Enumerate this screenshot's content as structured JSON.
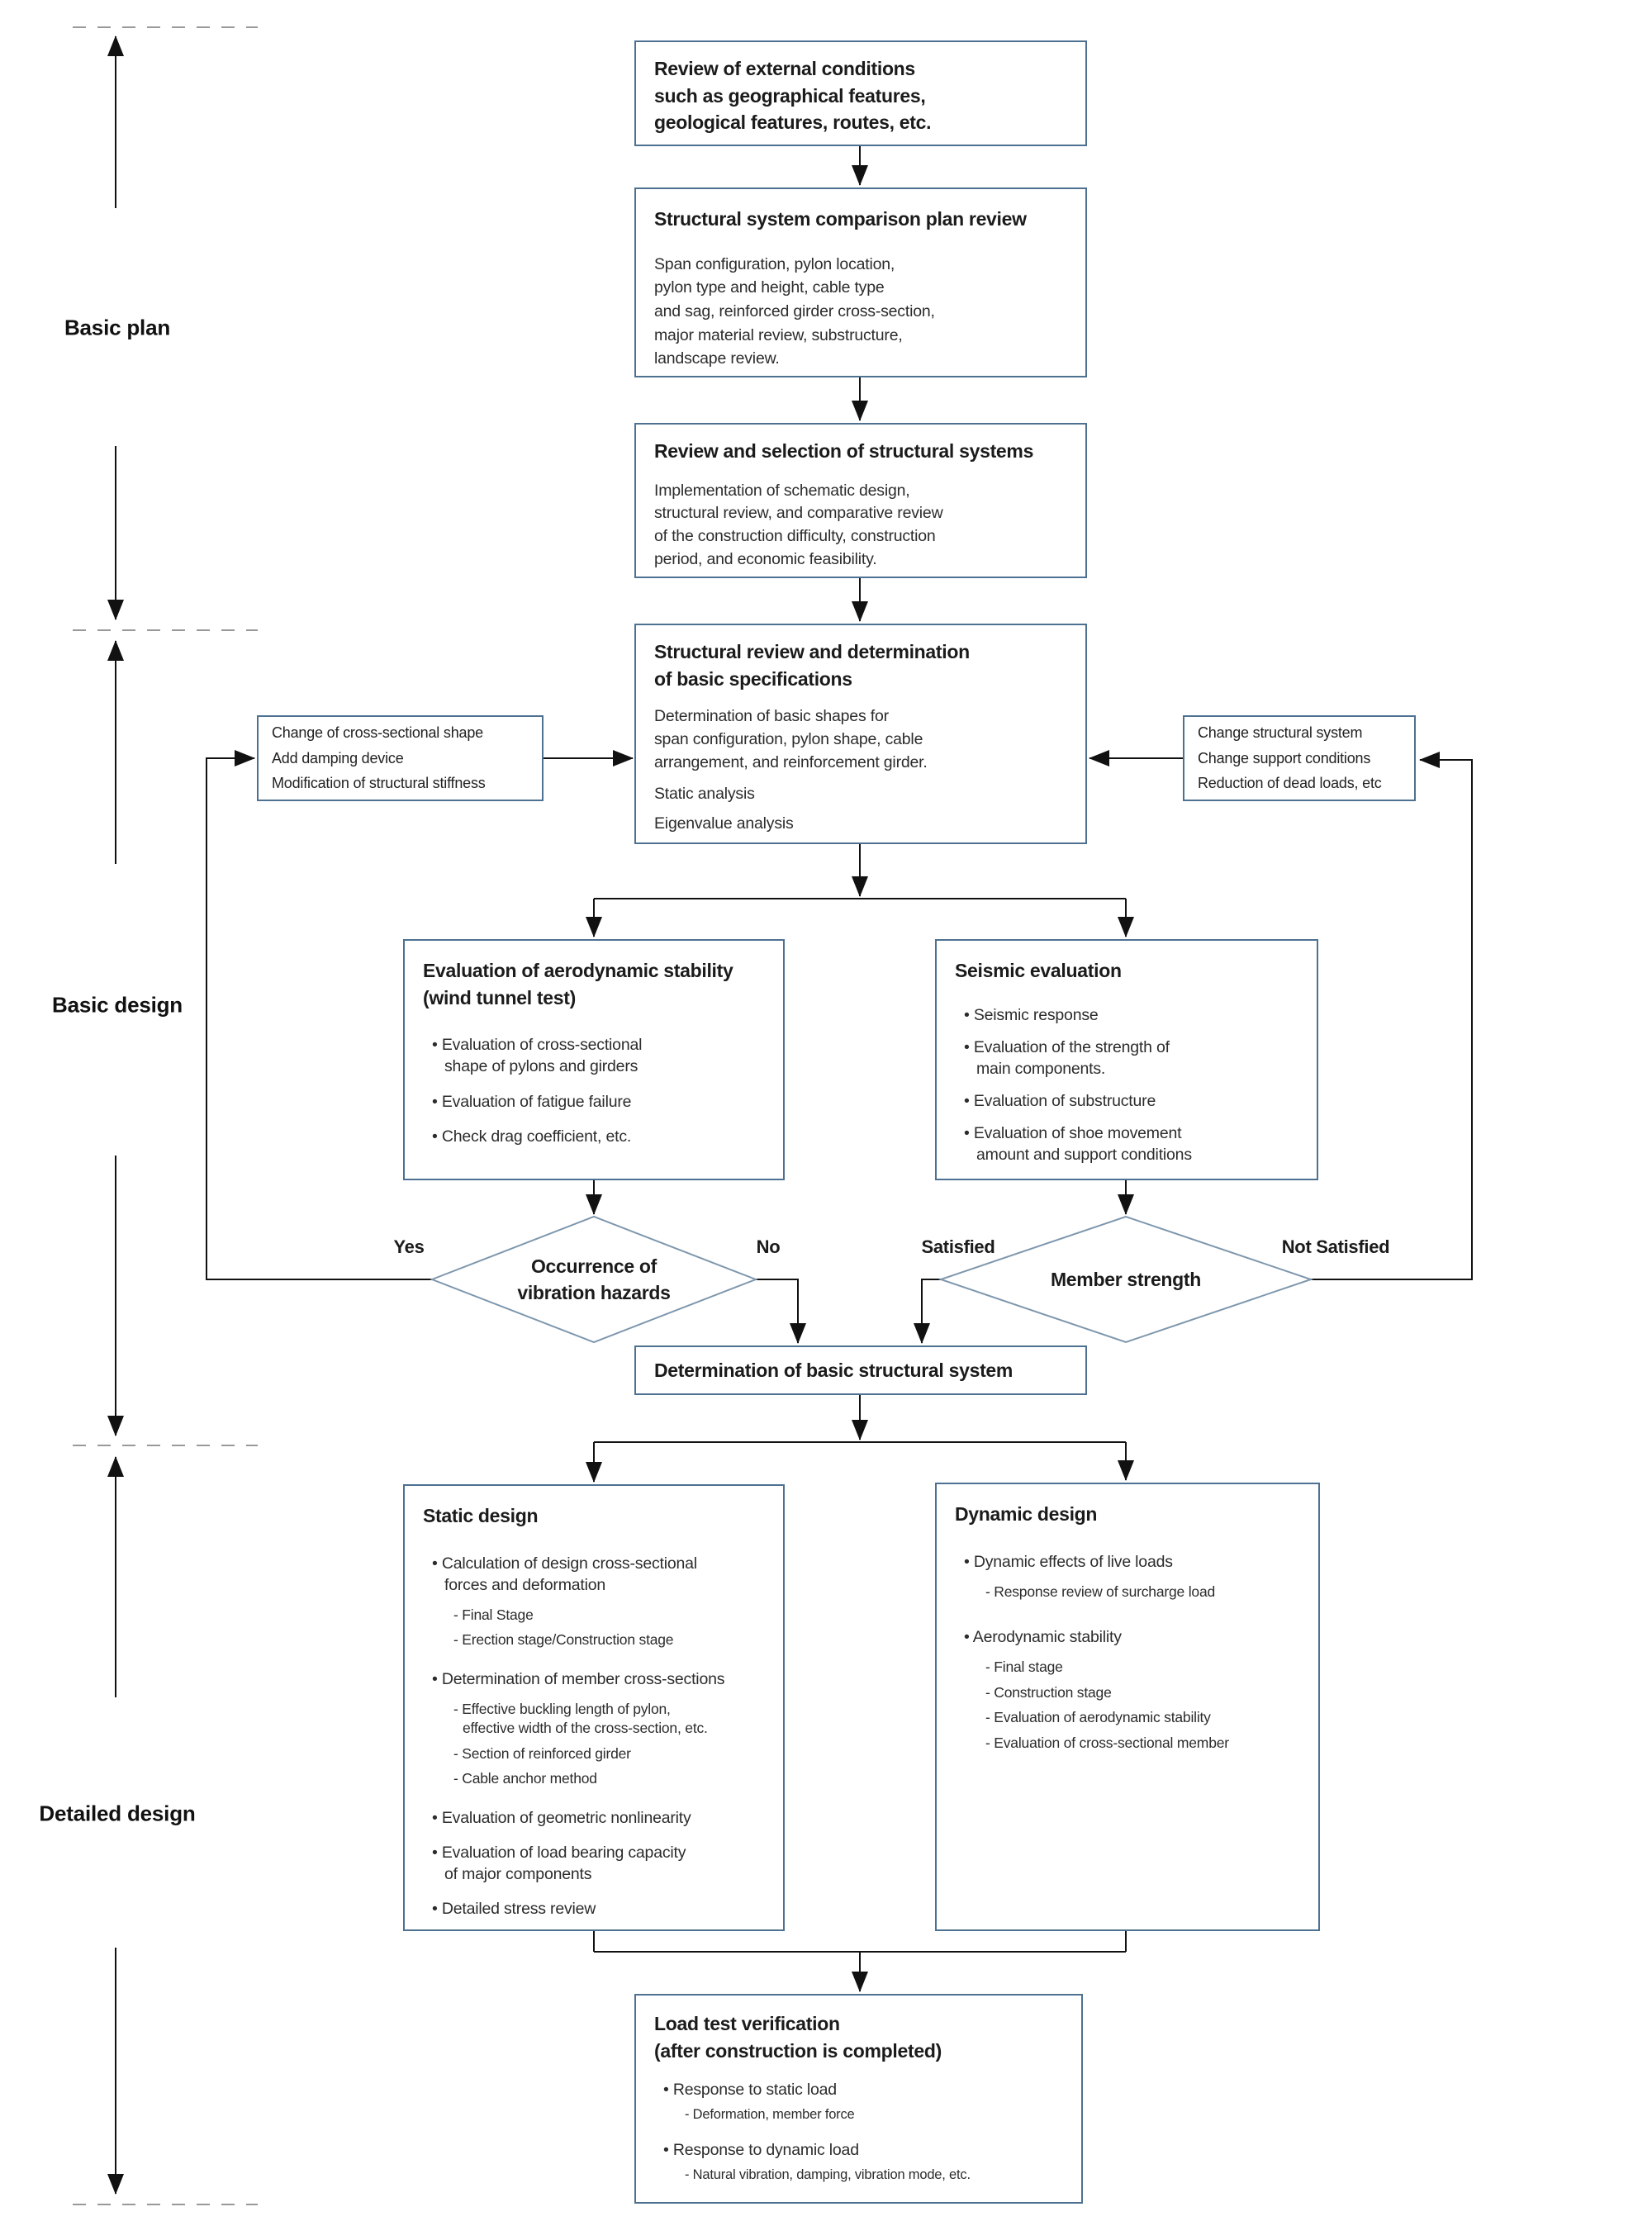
{
  "phases": {
    "basic_plan": "Basic plan",
    "basic_design": "Basic design",
    "detailed_design": "Detailed design"
  },
  "nodes": {
    "review_external": {
      "title": "Review of external conditions\nsuch as geographical features,\ngeological features, routes, etc."
    },
    "comparison_plan": {
      "title": "Structural system comparison plan review",
      "body": "Span configuration, pylon location,\npylon type and height, cable type\nand sag, reinforced girder cross-section,\nmajor material review, substructure,\nlandscape review."
    },
    "review_selection": {
      "title": "Review and selection of structural systems",
      "body": "Implementation of schematic design,\nstructural review, and comparative review\nof the construction difficulty, construction\nperiod, and economic feasibility."
    },
    "basic_specs": {
      "title": "Structural review and determination\nof basic specifications",
      "body": "Determination of basic shapes for\nspan configuration, pylon shape, cable\narrangement, and reinforcement girder.",
      "item1": "Static analysis",
      "item2": "Eigenvalue analysis"
    },
    "change_cross_section": {
      "text": "Change of cross-sectional shape\nAdd damping device\nModification of structural stiffness"
    },
    "change_structural": {
      "text": "Change structural system\nChange support conditions\nReduction of dead loads, etc"
    },
    "aero_eval": {
      "title": "Evaluation of aerodynamic stability\n(wind tunnel test)",
      "bullets": [
        "• Evaluation of cross-sectional\nshape of pylons and girders",
        "• Evaluation of fatigue failure",
        "• Check drag coefficient, etc."
      ]
    },
    "seismic_eval": {
      "title": "Seismic evaluation",
      "bullets": [
        "• Seismic response",
        "• Evaluation of the strength of\nmain components.",
        "• Evaluation of substructure",
        "• Evaluation of shoe movement\namount and support conditions"
      ]
    },
    "vibration_decision": {
      "label": "Occurrence of\nvibration hazards",
      "yes_label": "Yes",
      "no_label": "No"
    },
    "member_decision": {
      "label": "Member strength",
      "satisfied_label": "Satisfied",
      "not_satisfied_label": "Not Satisfied"
    },
    "basic_system": {
      "title": "Determination of basic structural system"
    },
    "static_design": {
      "title": "Static design",
      "items": [
        "• Calculation of design cross-sectional\nforces and deformation",
        "- Final Stage",
        "- Erection stage/Construction stage",
        "• Determination of member cross-sections",
        "- Effective buckling length of pylon,\neffective width of the cross-section, etc.",
        "- Section of reinforced girder",
        "- Cable anchor method",
        "• Evaluation of geometric nonlinearity",
        "• Evaluation of load bearing capacity\nof major components",
        "• Detailed stress review"
      ]
    },
    "dynamic_design": {
      "title": "Dynamic design",
      "items": [
        "• Dynamic effects of live loads",
        "- Response review of surcharge load",
        "• Aerodynamic stability",
        "- Final stage",
        "- Construction stage",
        "- Evaluation of aerodynamic stability",
        "- Evaluation of cross-sectional member"
      ]
    },
    "load_test": {
      "title": "Load test verification\n(after construction is completed)",
      "items": [
        "• Response to static load",
        "- Deformation, member force",
        "• Response to dynamic load",
        "- Natural vibration, damping, vibration mode, etc."
      ]
    }
  },
  "colors": {
    "box_border": "#4e7191",
    "diamond_border": "#7e97ad",
    "connector": "#111111",
    "dashed_divider": "#999999"
  }
}
